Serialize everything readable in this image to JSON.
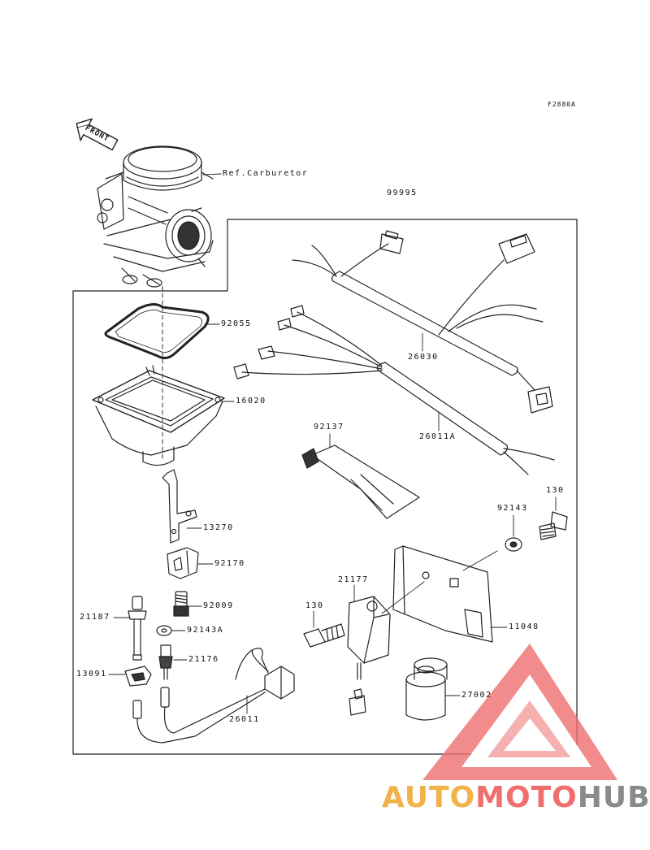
{
  "figure_code": "F2880A",
  "front_label": "FRONT",
  "parts": {
    "ref_carburetor": "Ref.Carburetor",
    "p99995": "99995",
    "p92055": "92055",
    "p26030": "26030",
    "p16020": "16020",
    "p26011a": "26011A",
    "p92137": "92137",
    "p130a": "130",
    "p92143": "92143",
    "p13270": "13270",
    "p92170": "92170",
    "p21177": "21177",
    "p92009": "92009",
    "p130b": "130",
    "p21187": "21187",
    "p92143a": "92143A",
    "p11048": "11048",
    "p21176": "21176",
    "p13091": "13091",
    "p27002": "27002",
    "p26011": "26011"
  },
  "watermark": {
    "part1": "AUTO",
    "part2": "MOTO",
    "part3": "HUB"
  },
  "colors": {
    "line": "#222222",
    "watermark_red": "#ef6f6f",
    "watermark_orange": "#f2b24a",
    "watermark_gray": "#8a8a8a"
  }
}
